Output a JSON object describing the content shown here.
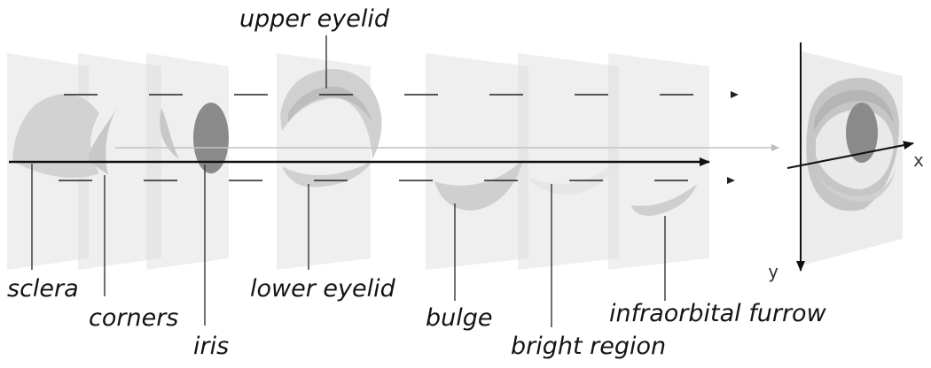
{
  "labels": {
    "upper_eyelid": "upper eyelid",
    "sclera": "sclera",
    "corners": "corners",
    "iris": "iris",
    "lower_eyelid": "lower eyelid",
    "bulge": "bulge",
    "bright_region": "bright region",
    "infraorbital_furrow": "infraorbital furrow"
  },
  "axes": {
    "x": "x",
    "y": "y"
  },
  "colors": {
    "plane": "#e8e8e8",
    "shape_light": "#d4d4d4",
    "shape_mid": "#bdbdbd",
    "iris": "#808080",
    "line": "#222222"
  }
}
